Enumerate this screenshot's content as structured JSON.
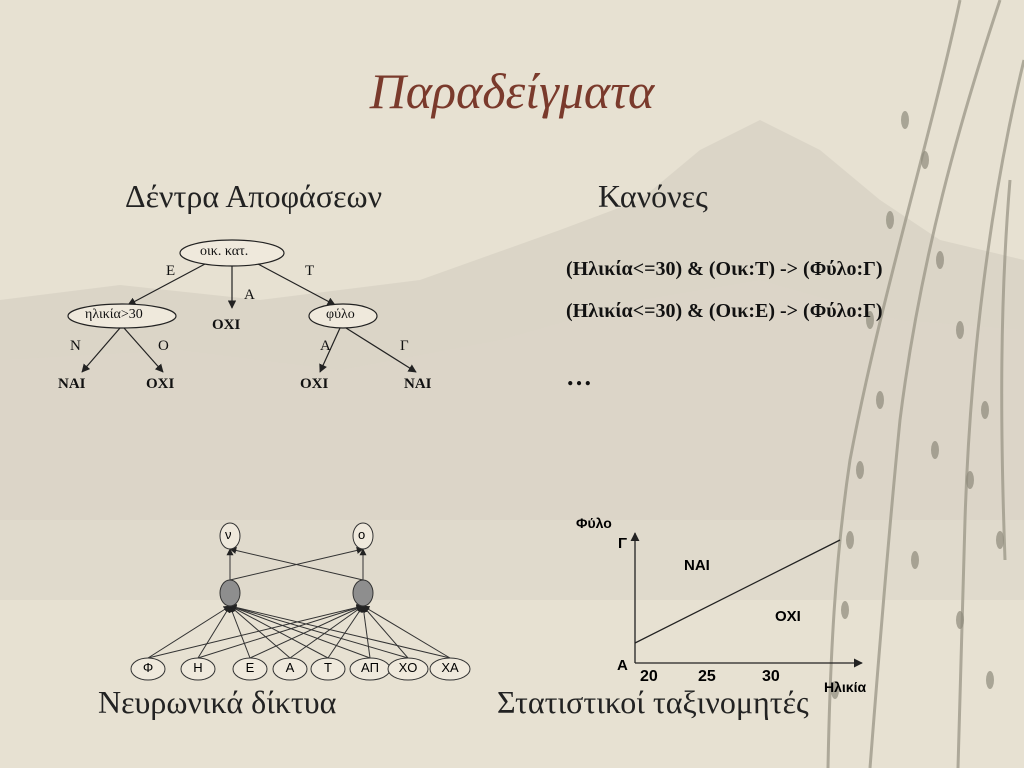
{
  "title": "Παραδείγματα",
  "sections": {
    "trees": "Δέντρα Αποφάσεων",
    "rules": "Κανόνες",
    "neural": "Νευρωνικά δίκτυα",
    "stat": "Στατιστικοί ταξινομητές"
  },
  "tree": {
    "root": "οικ. κατ.",
    "edge_e": "Ε",
    "edge_t": "Τ",
    "edge_a": "Α",
    "mid_leaf": "ΟΧΙ",
    "left_node": "ηλικία>30",
    "right_node": "φύλο",
    "edge_n": "Ν",
    "edge_o": "Ο",
    "edge_a2": "Α",
    "edge_g": "Γ",
    "leaf1": "ΝΑΙ",
    "leaf2": "ΟΧΙ",
    "leaf3": "ΟΧΙ",
    "leaf4": "ΝΑΙ"
  },
  "rules": [
    "(Ηλικία<=30) & (Οικ:Τ) -> (Φύλο:Γ)",
    "(Ηλικία<=30) & (Οικ:Ε) -> (Φύλο:Γ)",
    "…"
  ],
  "nn": {
    "outputs": [
      "ν",
      "ο"
    ],
    "inputs": [
      "Φ",
      "Η",
      "Ε",
      "Α",
      "Τ",
      "ΑΠ",
      "ΧΟ",
      "ΧΑ"
    ]
  },
  "classifier": {
    "y_label": "Φύλο",
    "y_top": "Γ",
    "y_bottom": "Α",
    "x_label": "Ηλικία",
    "x_ticks": [
      "20",
      "25",
      "30"
    ],
    "region_top": "ΝΑΙ",
    "region_bottom": "ΟΧΙ"
  },
  "colors": {
    "background": "#e7e1d2",
    "title": "#7a3a2c",
    "hidden_node": "#8e8e8e"
  }
}
